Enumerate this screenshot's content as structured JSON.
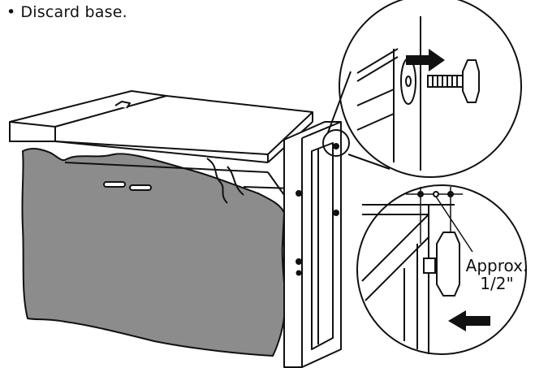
{
  "instruction": {
    "bullet": "•",
    "text": "Discard base."
  },
  "callout": {
    "approx_label": "Approx.",
    "measure_label": "1/2\""
  },
  "colors": {
    "line": "#111111",
    "base_fill": "#8c8c8c",
    "background": "#ffffff"
  },
  "icons": {
    "detail_top": "screw-removal-detail",
    "detail_bottom": "leveling-leg-detail",
    "arrow_top": "arrow-right",
    "arrow_bottom": "arrow-left"
  }
}
